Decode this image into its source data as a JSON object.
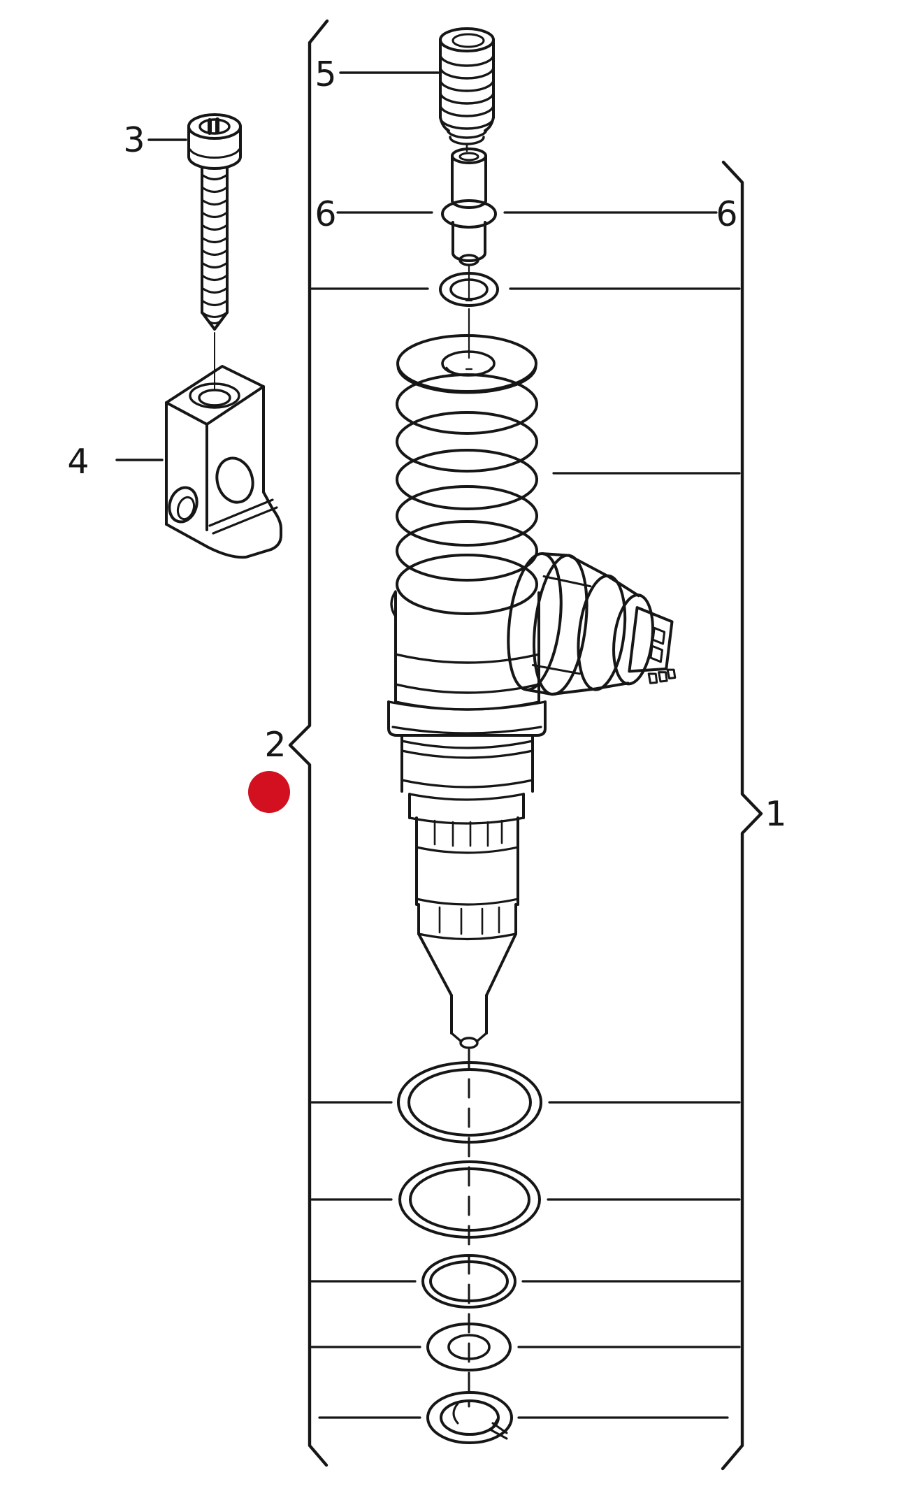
{
  "figure": {
    "title": "exploded parts diagram",
    "callouts": {
      "item1": "1",
      "item2": "2",
      "item3": "3",
      "item4": "4",
      "item5": "5",
      "item6_left": "6",
      "item6_right": "6"
    },
    "marker": {
      "color": "#d2101f"
    }
  }
}
